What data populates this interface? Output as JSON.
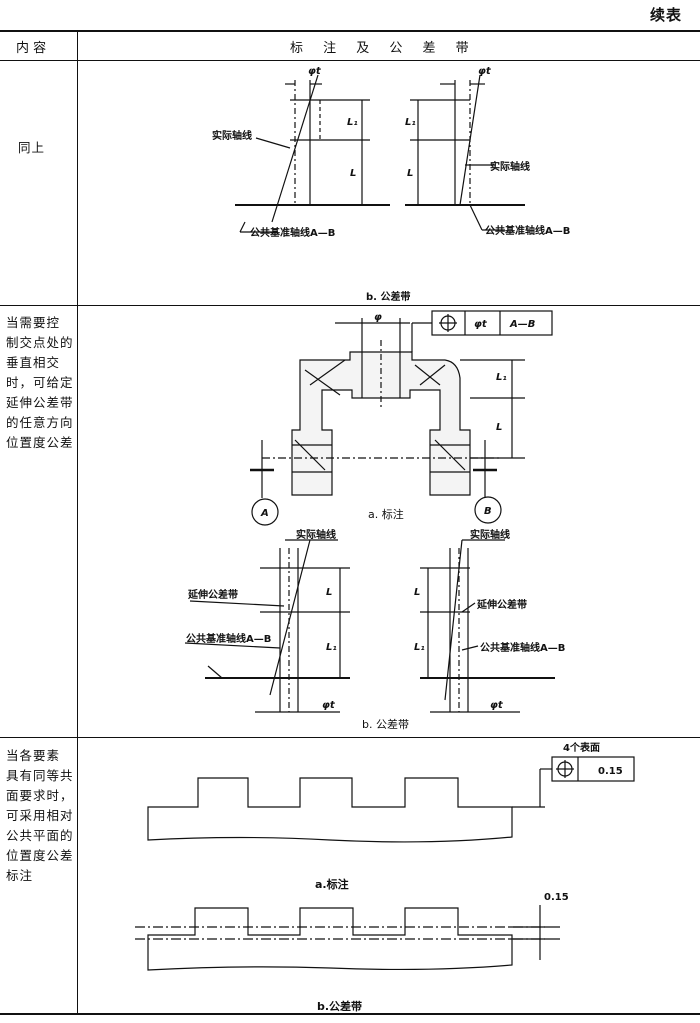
{
  "continued": "续表",
  "header": {
    "col1": "内 容",
    "col2": "标 注 及 公 差 带"
  },
  "rows": [
    {
      "desc": "同上",
      "fig_b": {
        "caption": "b. 公差带",
        "phi_t": "φt",
        "actual_axis": "实际轴线",
        "datum_axis": "公共基准轴线A—B",
        "L": "L",
        "L1": "L₁"
      }
    },
    {
      "desc": "当需要控\n制交点处的\n垂直相交\n时，可给定\n延伸公差带\n的任意方向\n位置度公差",
      "fig_a": {
        "caption": "a. 标注",
        "frame_symbol": "⊕",
        "frame_tol": "φt",
        "frame_datum": "A—B",
        "phi": "φ",
        "datum_a": "A",
        "datum_b": "B",
        "L": "L",
        "L1": "L₁"
      },
      "fig_b": {
        "caption": "b. 公差带",
        "phi_t": "φt",
        "actual_axis": "实际轴线",
        "ext_zone": "延伸公差带",
        "datum_axis": "公共基准轴线A—B",
        "L": "L",
        "L1": "L₁"
      }
    },
    {
      "desc": "当各要素\n具有同等共\n面要求时，\n可采用相对\n公共平面的\n位置度公差\n标注",
      "fig_a": {
        "caption": "a.标注",
        "surfaces_note": "4个表面",
        "frame_symbol": "⊕",
        "frame_tol": "0.15"
      },
      "fig_b": {
        "caption": "b.公差带",
        "tol": "0.15"
      }
    }
  ]
}
